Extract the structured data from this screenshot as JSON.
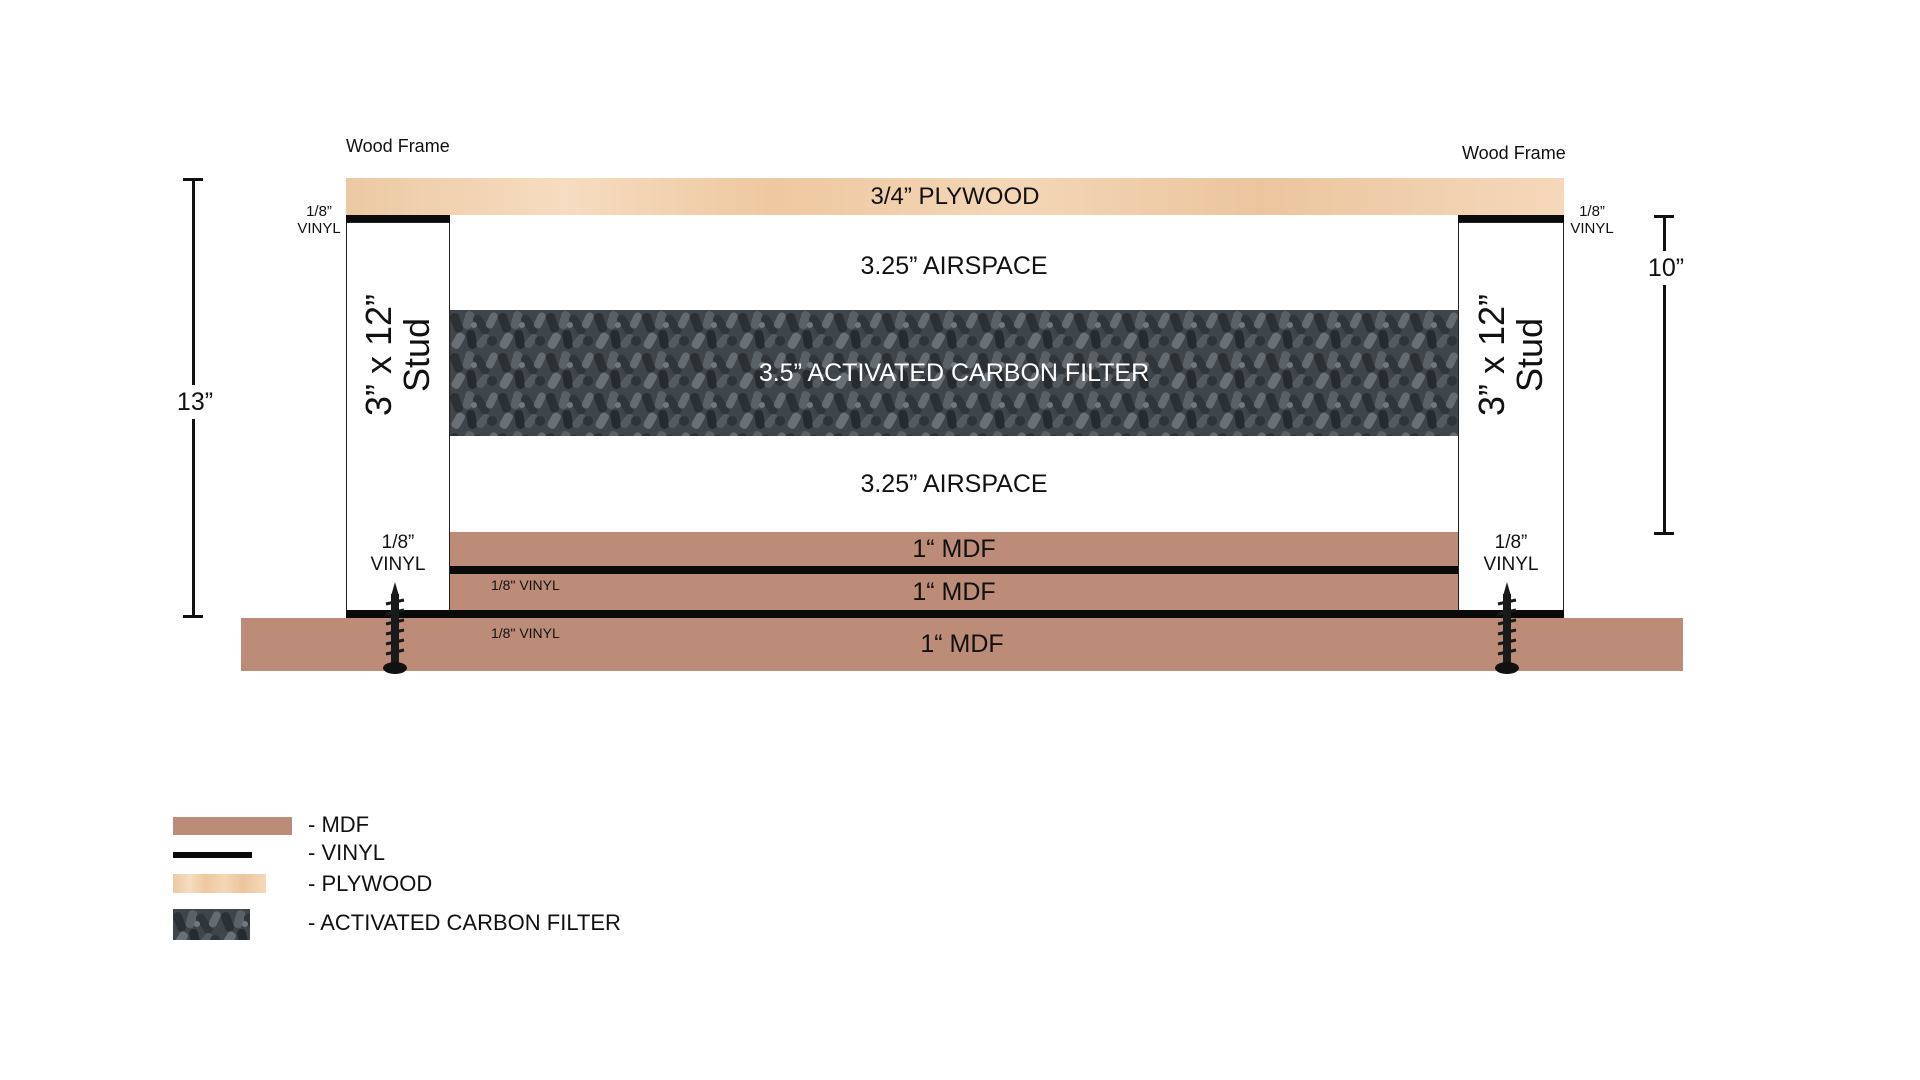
{
  "frame_label_left": "Wood Frame",
  "frame_label_right": "Wood Frame",
  "plywood_label": "3/4” PLYWOOD",
  "airspace_top_label": "3.25” AIRSPACE",
  "carbon_label": "3.5” ACTIVATED CARBON FILTER",
  "airspace_bottom_label": "3.25” AIRSPACE",
  "mdf_top_label": "1“ MDF",
  "mdf_middle_label": "1“ MDF",
  "mdf_base_label": "1“ MDF",
  "vinyl_top_left": {
    "line1": "1/8”",
    "line2": "VINYL"
  },
  "vinyl_top_right": {
    "line1": "1/8”",
    "line2": "VINYL"
  },
  "vinyl_left_stud": {
    "line1": "1/8”",
    "line2": "VINYL"
  },
  "vinyl_right_stud": {
    "line1": "1/8”",
    "line2": "VINYL"
  },
  "vinyl_between_mdf": "1/8\" VINYL",
  "vinyl_above_base": "1/8\" VINYL",
  "stud_left": {
    "line1": "3” x 12”",
    "line2": "Stud"
  },
  "stud_right": {
    "line1": "3” x 12”",
    "line2": "Stud"
  },
  "dimension_overall": "13”",
  "dimension_inner": "10”",
  "legend": [
    {
      "swatch": "mdf",
      "label": "- MDF"
    },
    {
      "swatch": "vinyl",
      "label": "- VINYL"
    },
    {
      "swatch": "plywood",
      "label": "- PLYWOOD"
    },
    {
      "swatch": "carbon",
      "label": "- ACTIVATED CARBON FILTER"
    }
  ],
  "colors": {
    "mdf": "#bd8c78",
    "vinyl": "#0a0a0a",
    "plywood": "#f0cfae",
    "carbon": "#4a5055"
  }
}
